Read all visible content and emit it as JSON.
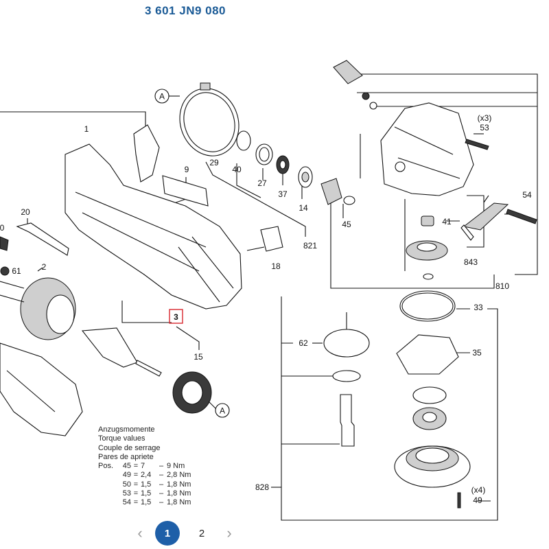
{
  "title": "3 601 JN9 080",
  "callouts": {
    "A": "A",
    "p1": "1",
    "p2": "2",
    "p3": "3",
    "p9": "9",
    "p14": "14",
    "p15": "15",
    "p18": "18",
    "p20": "20",
    "p27": "27",
    "p29": "29",
    "p33": "33",
    "p35": "35",
    "p37": "37",
    "p40": "40",
    "p41": "41",
    "p45": "45",
    "p49": "49",
    "p53": "53",
    "p54": "54",
    "p61": "61",
    "p62": "62",
    "p810": "810",
    "p821": "821",
    "p828": "828",
    "p843": "843",
    "x3": "(x3)",
    "x4": "(x4)",
    "cut0": "0"
  },
  "torque": {
    "heading": [
      "Anzugsmomente",
      "Torque values",
      "Couple de serrage",
      "Pares de apriete"
    ],
    "pos_label": "Pos.",
    "rows": [
      {
        "pos": "45",
        "v1": "7",
        "v2": "9 Nm"
      },
      {
        "pos": "49",
        "v1": "2,4",
        "v2": "2,8 Nm"
      },
      {
        "pos": "50",
        "v1": "1,5",
        "v2": "1,8 Nm"
      },
      {
        "pos": "53",
        "v1": "1,5",
        "v2": "1,8 Nm"
      },
      {
        "pos": "54",
        "v1": "1,5",
        "v2": "1,8 Nm"
      }
    ],
    "eq": "=",
    "dash": "–"
  },
  "pagination": {
    "prev_icon": "chevron-left-icon",
    "next_icon": "chevron-right-icon",
    "pages": [
      "1",
      "2"
    ],
    "current": "1",
    "active_color": "#1e5fa8"
  },
  "colors": {
    "title": "#1a5a96",
    "highlight": "#d9282f"
  }
}
